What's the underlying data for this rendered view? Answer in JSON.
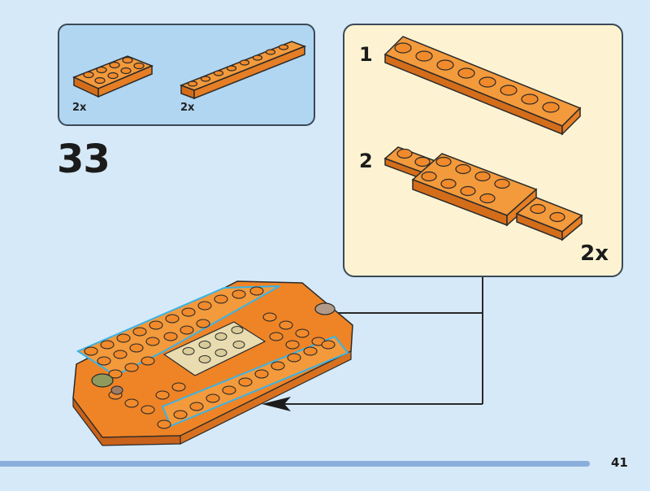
{
  "parts_list": {
    "items": [
      {
        "part": "orange plate 2x4",
        "quantity": "2x"
      },
      {
        "part": "orange plate 1x8",
        "quantity": "2x"
      }
    ]
  },
  "step": {
    "number": "33"
  },
  "sub_assembly": {
    "steps": [
      {
        "number": "1",
        "part": "orange plate 1x8"
      },
      {
        "number": "2",
        "part": "orange plates 1x4 2x4 1x3"
      }
    ],
    "quantity": "2x"
  },
  "page": {
    "number": "41"
  },
  "colors": {
    "background": "#d6e9f8",
    "brick_orange": "#f18a2b",
    "brick_orange_dark": "#c86314",
    "callout_yellow": "#fdf3d3",
    "parts_blue": "#b1d6f2"
  }
}
